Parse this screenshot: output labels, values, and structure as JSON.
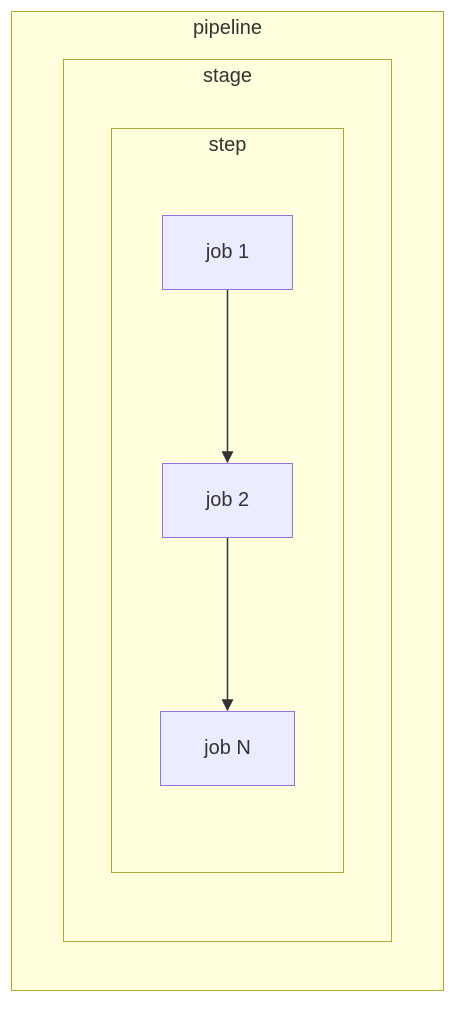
{
  "clusters": {
    "pipeline": {
      "label": "pipeline"
    },
    "stage": {
      "label": "stage"
    },
    "step": {
      "label": "step"
    }
  },
  "nodes": {
    "job1": {
      "label": "job 1"
    },
    "job2": {
      "label": "job 2"
    },
    "jobN": {
      "label": "job N"
    }
  },
  "edges": [
    {
      "from": "job 1",
      "to": "job 2"
    },
    {
      "from": "job 2",
      "to": "job N"
    }
  ],
  "colors": {
    "cluster_fill": "#ffffde",
    "cluster_stroke": "#aaaa33",
    "node_fill": "#ececff",
    "node_stroke": "#9370db",
    "edge": "#333333",
    "text": "#333333"
  }
}
